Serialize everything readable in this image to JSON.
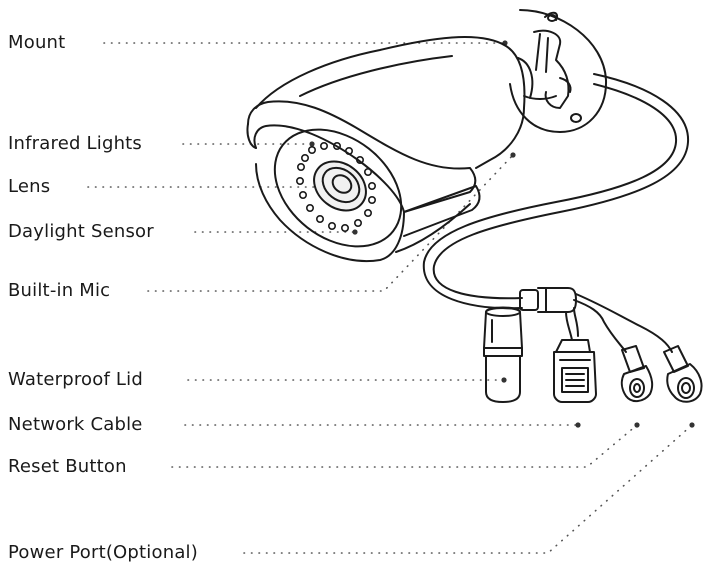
{
  "labels": {
    "mount": "Mount",
    "infrared_lights": "Infrared Lights",
    "lens": "Lens",
    "daylight_sensor": "Daylight Sensor",
    "builtin_mic": "Built-in Mic",
    "waterproof_lid": "Waterproof Lid",
    "network_cable": "Network Cable",
    "reset_button": "Reset Button",
    "power_port": "Power Port(Optional)"
  },
  "colors": {
    "line": "#1a1a1a",
    "lens_fill": "#f1f1f1",
    "leader": "#555555"
  }
}
